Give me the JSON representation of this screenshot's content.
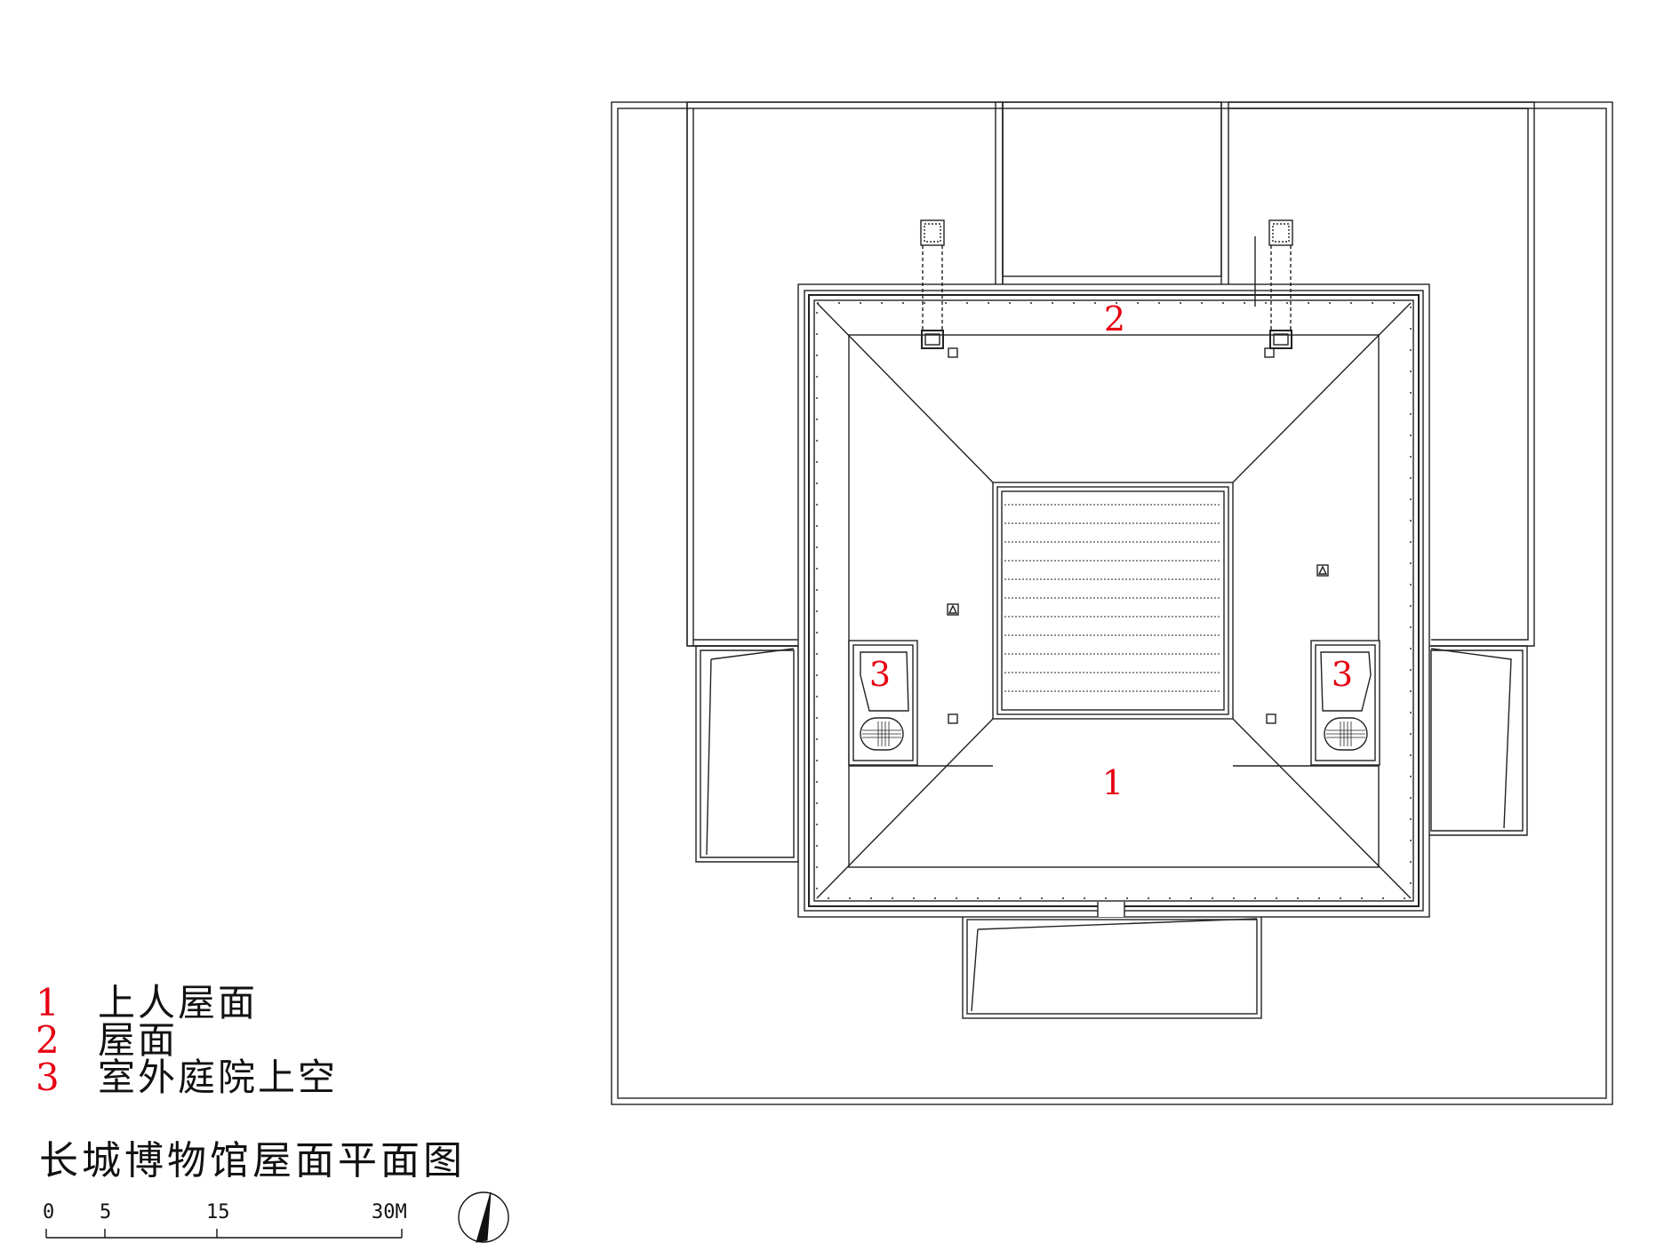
{
  "zones": [
    {
      "id": "1",
      "text": "上人屋面"
    },
    {
      "id": "2",
      "text": "屋面"
    },
    {
      "id": "3",
      "text": "室外庭院上空"
    }
  ],
  "title": "长城博物馆屋面平面图",
  "scale_bar": {
    "ticks": [
      "0",
      "5",
      "15",
      "30M"
    ]
  },
  "colors": {
    "label": "#e60012",
    "line": "#222222"
  },
  "icons": {
    "north_arrow": "north-arrow-icon"
  }
}
